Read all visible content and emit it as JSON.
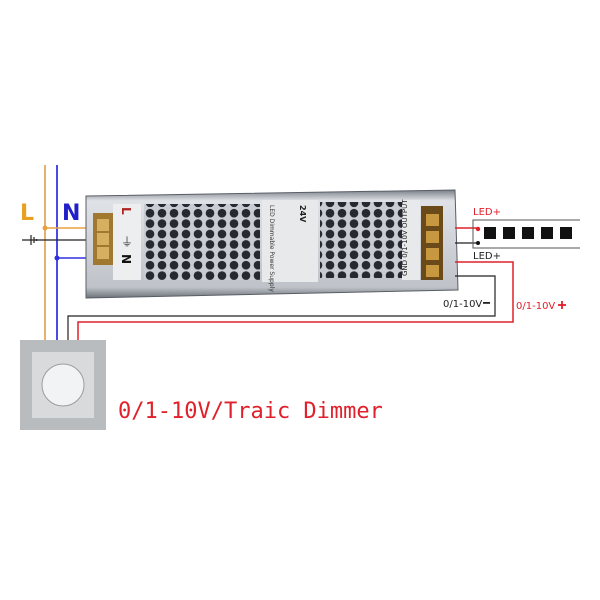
{
  "labels": {
    "live": "L",
    "neutral": "N",
    "led_plus_top": "LED+",
    "led_plus_bottom": "LED+",
    "dim_minus": "0/1-10V",
    "dim_plus": "0/1-10V",
    "dimmer_title": "0/1-10V/Traic Dimmer"
  },
  "psu": {
    "terminal_input": [
      "L",
      "⏚",
      "N"
    ],
    "output_header": "GND 0/1-10V OUTPUT",
    "product_label": "LED Dimmable Power Supply",
    "voltage": "24V"
  },
  "colors": {
    "live_wire": "#e8a040",
    "neutral_wire": "#3030e0",
    "earth_wire": "#222222",
    "positive_wire": "#e0202a",
    "negative_wire": "#222222",
    "dimmer_text": "#e0202a",
    "L_text": "#e8a020",
    "N_text": "#2020c8"
  },
  "icons": {
    "earth": "ground-icon",
    "plus": "plus-icon",
    "minus": "minus-icon"
  }
}
